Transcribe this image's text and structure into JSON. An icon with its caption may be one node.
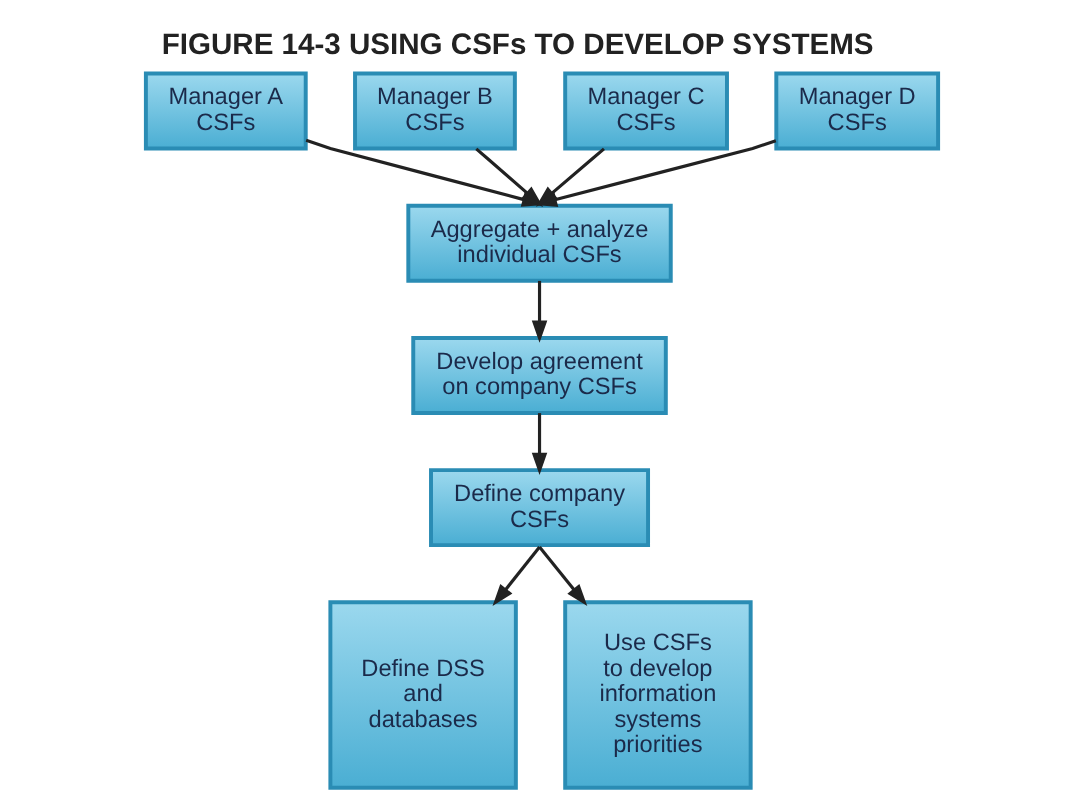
{
  "diagram": {
    "title": "FIGURE 14-3 USING CSFs TO DEVELOP SYSTEMS",
    "nodes": [
      {
        "text": [
          "Manager A CSFs"
        ]
      },
      {
        "text": [
          "Manager B CSFs"
        ]
      },
      {
        "text": [
          "Manager C CSFs"
        ]
      },
      {
        "text": [
          "Manager D CSFs"
        ]
      },
      {
        "text": [
          "Aggregate + analyze individual CSFs"
        ]
      },
      {
        "text": [
          "Develop agreement on company CSFs"
        ]
      },
      {
        "text": [
          "Define company CSFs"
        ]
      },
      {
        "text": [
          "Define DSS and databases"
        ]
      },
      {
        "text": [
          "Use CSFs to develop information systems priorities"
        ]
      }
    ],
    "edges": [
      {
        "from": 0,
        "to": 4,
        "arrow": "to"
      },
      {
        "from": 1,
        "to": 4,
        "arrow": "to"
      },
      {
        "from": 2,
        "to": 4,
        "arrow": "to"
      },
      {
        "from": 3,
        "to": 4,
        "arrow": "to"
      },
      {
        "from": 4,
        "to": 5,
        "arrow": "to"
      },
      {
        "from": 5,
        "to": 6,
        "arrow": "to"
      },
      {
        "from": 6,
        "to": 7,
        "arrow": "to"
      },
      {
        "from": 6,
        "to": 8,
        "arrow": "to"
      }
    ]
  }
}
